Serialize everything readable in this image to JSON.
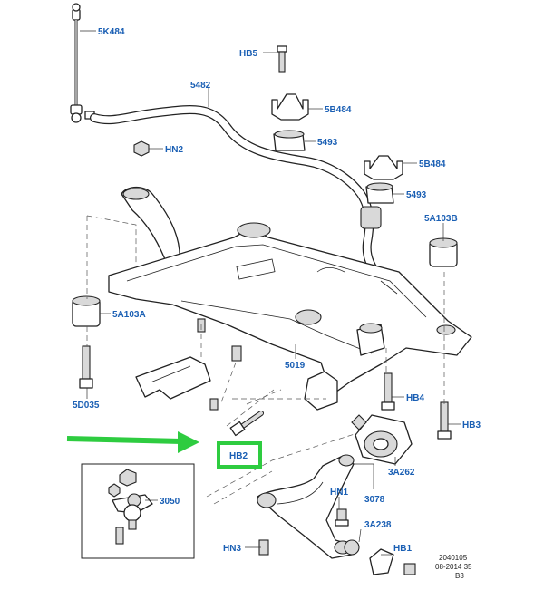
{
  "callouts": {
    "c5K484": "5K484",
    "cHB5": "HB5",
    "c5482": "5482",
    "c5B484a": "5B484",
    "c5493a": "5493",
    "cHN2": "HN2",
    "c5B484b": "5B484",
    "c5493b": "5493",
    "c5A103B": "5A103B",
    "c5A103A": "5A103A",
    "c5019": "5019",
    "c5D035": "5D035",
    "cHB4": "HB4",
    "cHB3": "HB3",
    "cHB2": "HB2",
    "c3A262": "3A262",
    "c3050": "3050",
    "cHN1": "HN1",
    "c3078": "3078",
    "c3A238": "3A238",
    "cHN3": "HN3",
    "cHB1": "HB1"
  },
  "footer": {
    "ref_code": "2040105",
    "date": "08-2014 35",
    "sheet": "B3"
  },
  "colors": {
    "label_blue": "#1a5fb4",
    "highlight_green": "#2ecc40",
    "line": "#222222"
  }
}
